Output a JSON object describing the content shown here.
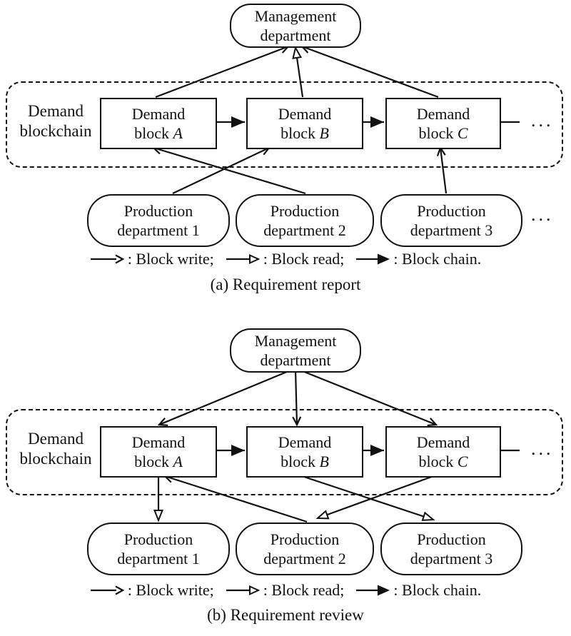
{
  "management": {
    "line1": "Management",
    "line2": "department"
  },
  "blockchain_label": {
    "line1": "Demand",
    "line2": "blockchain"
  },
  "blocks": [
    {
      "line1": "Demand",
      "line2": "block ",
      "letter": "A"
    },
    {
      "line1": "Demand",
      "line2": "block ",
      "letter": "B"
    },
    {
      "line1": "Demand",
      "line2": "block ",
      "letter": "C"
    }
  ],
  "departments": [
    {
      "line1": "Production",
      "line2": "department 1"
    },
    {
      "line1": "Production",
      "line2": "department 2"
    },
    {
      "line1": "Production",
      "line2": "department 3"
    }
  ],
  "ellipsis": "...",
  "legend": {
    "write_label": ": Block write;",
    "read_label": ": Block read;",
    "chain_label": ": Block chain."
  },
  "figure_a": {
    "caption": "(a) Requirement report",
    "connections": [
      "Production department 1 → Demand block B (block write)",
      "Production department 2 → Demand block A (block write)",
      "Production department 3 → Demand block C (block write)",
      "Demand block A → Management department (block write)",
      "Demand block B → Management department (block read)",
      "Demand block C → Management department (block write)",
      "Demand block A → Demand block B (block chain)",
      "Demand block B → Demand block C (block chain)"
    ]
  },
  "figure_b": {
    "caption": "(b) Requirement review",
    "connections": [
      "Management department → Demand block A (block write)",
      "Management department → Demand block B (block write)",
      "Management department → Demand block C (block write)",
      "Demand block A → Production department 1 (block read)",
      "Production department 2 → Demand block A (block write)",
      "Demand block B → Production department 3 (block read)",
      "Demand block C → Production department 2 (block read)",
      "Demand block A → Demand block B (block chain)",
      "Demand block B → Demand block C (block chain)"
    ]
  },
  "colors": {
    "ink": "#111111",
    "background": "#ffffff"
  }
}
